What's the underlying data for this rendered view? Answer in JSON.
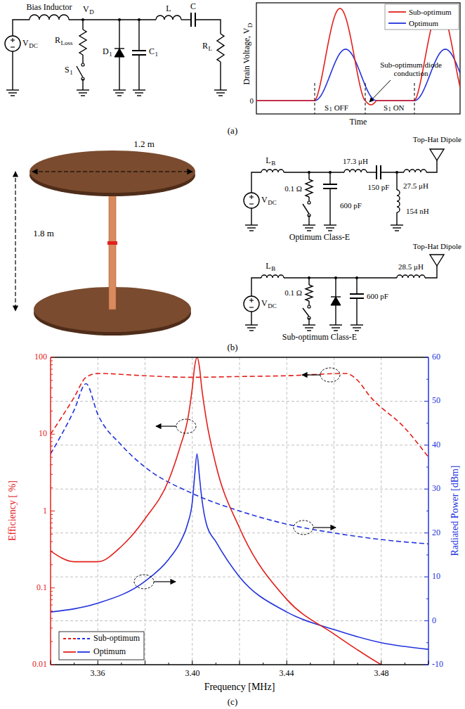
{
  "diagram": {
    "labels": [
      "Bias Inductor",
      "V",
      "DC",
      "V",
      "D",
      "L",
      "C",
      "R",
      "Loss",
      "S",
      "1",
      "D",
      "1",
      "C",
      "1",
      "R",
      "L",
      "Drain Voltage, V",
      "D",
      "0",
      "Time",
      "Sub-optimum diode conduction",
      "S",
      "1",
      "OFF",
      "S",
      "1",
      "ON",
      "(a)",
      "1.2 m",
      "1.8 m",
      "L",
      "B",
      "V",
      "DC",
      "0.1 Ω",
      "600 pF",
      "17.3 μH",
      "150 pF",
      "27.5 μH",
      "154 nH",
      "Top-Hat Dipole",
      "Optimum Class-E",
      "L",
      "B",
      "V",
      "DC",
      "0.1 Ω",
      "600 pF",
      "28.5 μH",
      "Top-Hat Dipole",
      "Sub-optimum Class-E",
      "(b)",
      "100",
      "10",
      "1",
      "0.1",
      "0.01",
      "60",
      "50",
      "40",
      "30",
      "20",
      "10",
      "0",
      "-10",
      "3.36",
      "3.40",
      "3.44",
      "3.48",
      "Efficiency [ %]",
      "Radiated Power [dBm]",
      "Frequency [MHz]",
      "(c)"
    ],
    "legend": [
      {
        "text": "Sub-optimum"
      },
      {
        "text": "Optimum"
      },
      {
        "text": "Sub-optimum"
      },
      {
        "text": "Optimum"
      }
    ]
  }
}
